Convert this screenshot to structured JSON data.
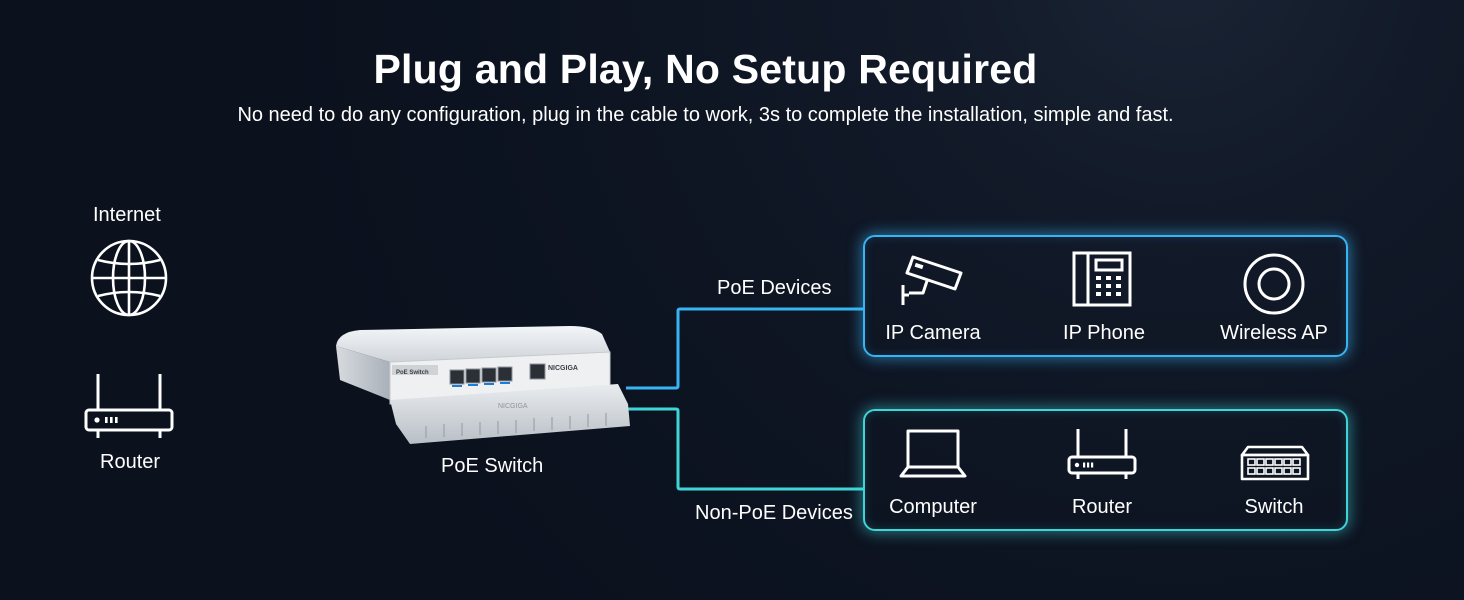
{
  "header": {
    "title": "Plug and Play, No Setup Required",
    "subtitle": "No need to do any configuration,  plug in the cable to work, 3s to complete the installation, simple and fast."
  },
  "network": {
    "internet_label": "Internet",
    "router_label": "Router",
    "switch_label": "PoE Switch",
    "switch_branding": {
      "model_text": "PoE Switch",
      "brand_text": "NICGIGA",
      "front_brand_text": "NICGIGA"
    }
  },
  "poe_group": {
    "label": "PoE Devices",
    "color": "#39b4f3",
    "devices": [
      {
        "label": "IP Camera",
        "icon": "ip-camera-icon"
      },
      {
        "label": "IP Phone",
        "icon": "ip-phone-icon"
      },
      {
        "label": "Wireless AP",
        "icon": "wireless-ap-icon"
      }
    ]
  },
  "nonpoe_group": {
    "label": "Non-PoE Devices",
    "color": "#3fd4d8",
    "devices": [
      {
        "label": "Computer",
        "icon": "laptop-icon"
      },
      {
        "label": "Router",
        "icon": "router-icon"
      },
      {
        "label": "Switch",
        "icon": "switch-icon"
      }
    ]
  }
}
